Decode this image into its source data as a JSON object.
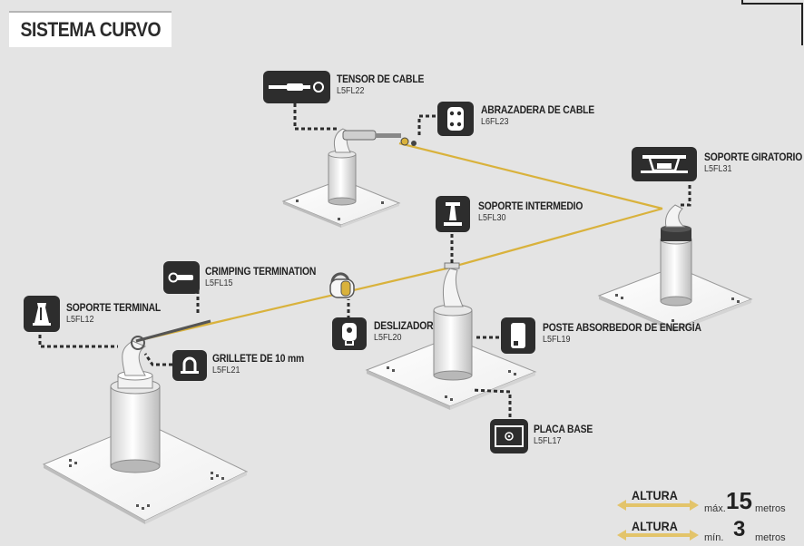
{
  "title": "SISTEMA CURVO",
  "components": {
    "tensor": {
      "name": "TENSOR DE CABLE",
      "code": "L5FL22"
    },
    "abrazadera": {
      "name": "ABRAZADERA DE CABLE",
      "code": "L6FL23"
    },
    "giratorio": {
      "name": "SOPORTE GIRATORIO",
      "code": "L5FL31"
    },
    "intermedio": {
      "name": "SOPORTE INTERMEDIO",
      "code": "L5FL30"
    },
    "crimping": {
      "name": "CRIMPING TERMINATION",
      "code": "L5FL15"
    },
    "terminal": {
      "name": "SOPORTE TERMINAL",
      "code": "L5FL12"
    },
    "grillete": {
      "name": "GRILLETE DE 10 mm",
      "code": "L5FL21"
    },
    "deslizador": {
      "name": "DESLIZADOR",
      "code": "L5FL20"
    },
    "poste": {
      "name": "POSTE ABSORBEDOR DE ENERGÍA",
      "code": "L5FL19"
    },
    "placa": {
      "name": "PLACA BASE",
      "code": "L5FL17"
    }
  },
  "legend": {
    "max": {
      "label": "ALTURA",
      "prefix": "máx.",
      "value": "15",
      "unit": "metros"
    },
    "min": {
      "label": "ALTURA",
      "prefix": "mín.",
      "value": "3",
      "unit": "metros"
    }
  },
  "colors": {
    "background": "#e4e4e4",
    "cable": "#d9b23c",
    "icon_box": "#2d2d2d",
    "arrow": "#e3c46a",
    "leader": "#2d2d2d"
  }
}
